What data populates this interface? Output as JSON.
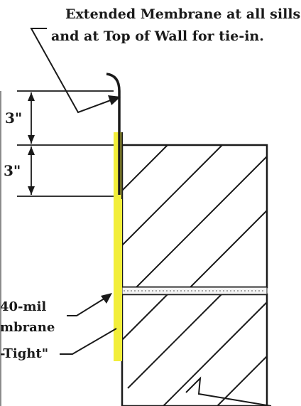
{
  "callouts": {
    "top_line1": "Extended Membrane at all sills",
    "top_line2": "and at Top of Wall for tie-in.",
    "left_line1": "40-mil",
    "left_line2": "mbrane",
    "left_line3": "-Tight\""
  },
  "dimensions": {
    "upper": "3\"",
    "lower": "3\""
  },
  "colors": {
    "membrane": "#f2ee3a",
    "ink": "#1a1a1a"
  }
}
